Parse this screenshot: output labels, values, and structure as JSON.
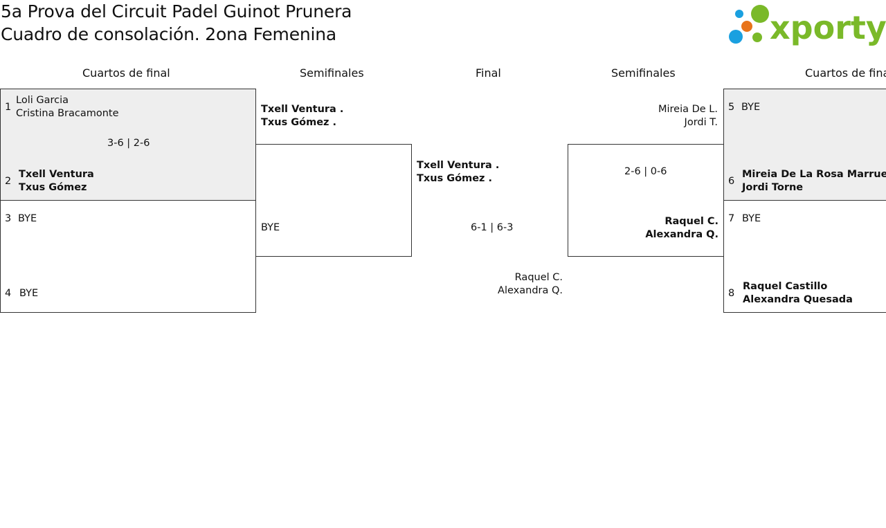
{
  "title": {
    "line1": "5a Prova del Circuit Padel Guinot Prunera",
    "line2": "Cuadro de consolación. 2ona Femenina"
  },
  "logo": {
    "text": "xporty"
  },
  "rounds": {
    "left_qf": "Cuartos de final",
    "left_sf": "Semifinales",
    "final": "Final",
    "right_sf": "Semifinales",
    "right_qf": "Cuartos de final"
  },
  "matches": {
    "qf1": {
      "top_seed": "1",
      "top_p1": "Loli Garcia",
      "top_p2": "Cristina Bracamonte",
      "score": "3-6 | 2-6",
      "bottom_seed": "2",
      "bottom_p1": "Txell Ventura",
      "bottom_p2": "Txus Gómez"
    },
    "qf2": {
      "top_seed": "3",
      "top_name": "BYE",
      "bottom_seed": "4",
      "bottom_name": "BYE"
    },
    "qf3": {
      "top_seed": "5",
      "top_name": "BYE",
      "bottom_seed": "6",
      "bottom_p1": "Mireia De La Rosa Marruedo",
      "bottom_p2": "Jordi Torne"
    },
    "qf4": {
      "top_seed": "7",
      "top_name": "BYE",
      "bottom_seed": "8",
      "bottom_p1": "Raquel Castillo",
      "bottom_p2": "Alexandra Quesada"
    },
    "sf_left": {
      "top_p1": "Txell Ventura .",
      "top_p2": "Txus Gómez .",
      "bottom_name": "BYE"
    },
    "sf_right": {
      "top_p1": "Mireia De L.",
      "top_p2": "Jordi T.",
      "score": "2-6 | 0-6",
      "bottom_p1": "Raquel C.",
      "bottom_p2": "Alexandra Q."
    },
    "final": {
      "top_p1": "Txell Ventura .",
      "top_p2": "Txus Gómez .",
      "score": "6-1 | 6-3",
      "bottom_p1": "Raquel C.",
      "bottom_p2": "Alexandra Q."
    }
  },
  "colors": {
    "winner_bg": "#eeeeee",
    "logo_green": "#7ab929",
    "logo_blue": "#1aa0e0",
    "logo_orange": "#e8731a"
  }
}
